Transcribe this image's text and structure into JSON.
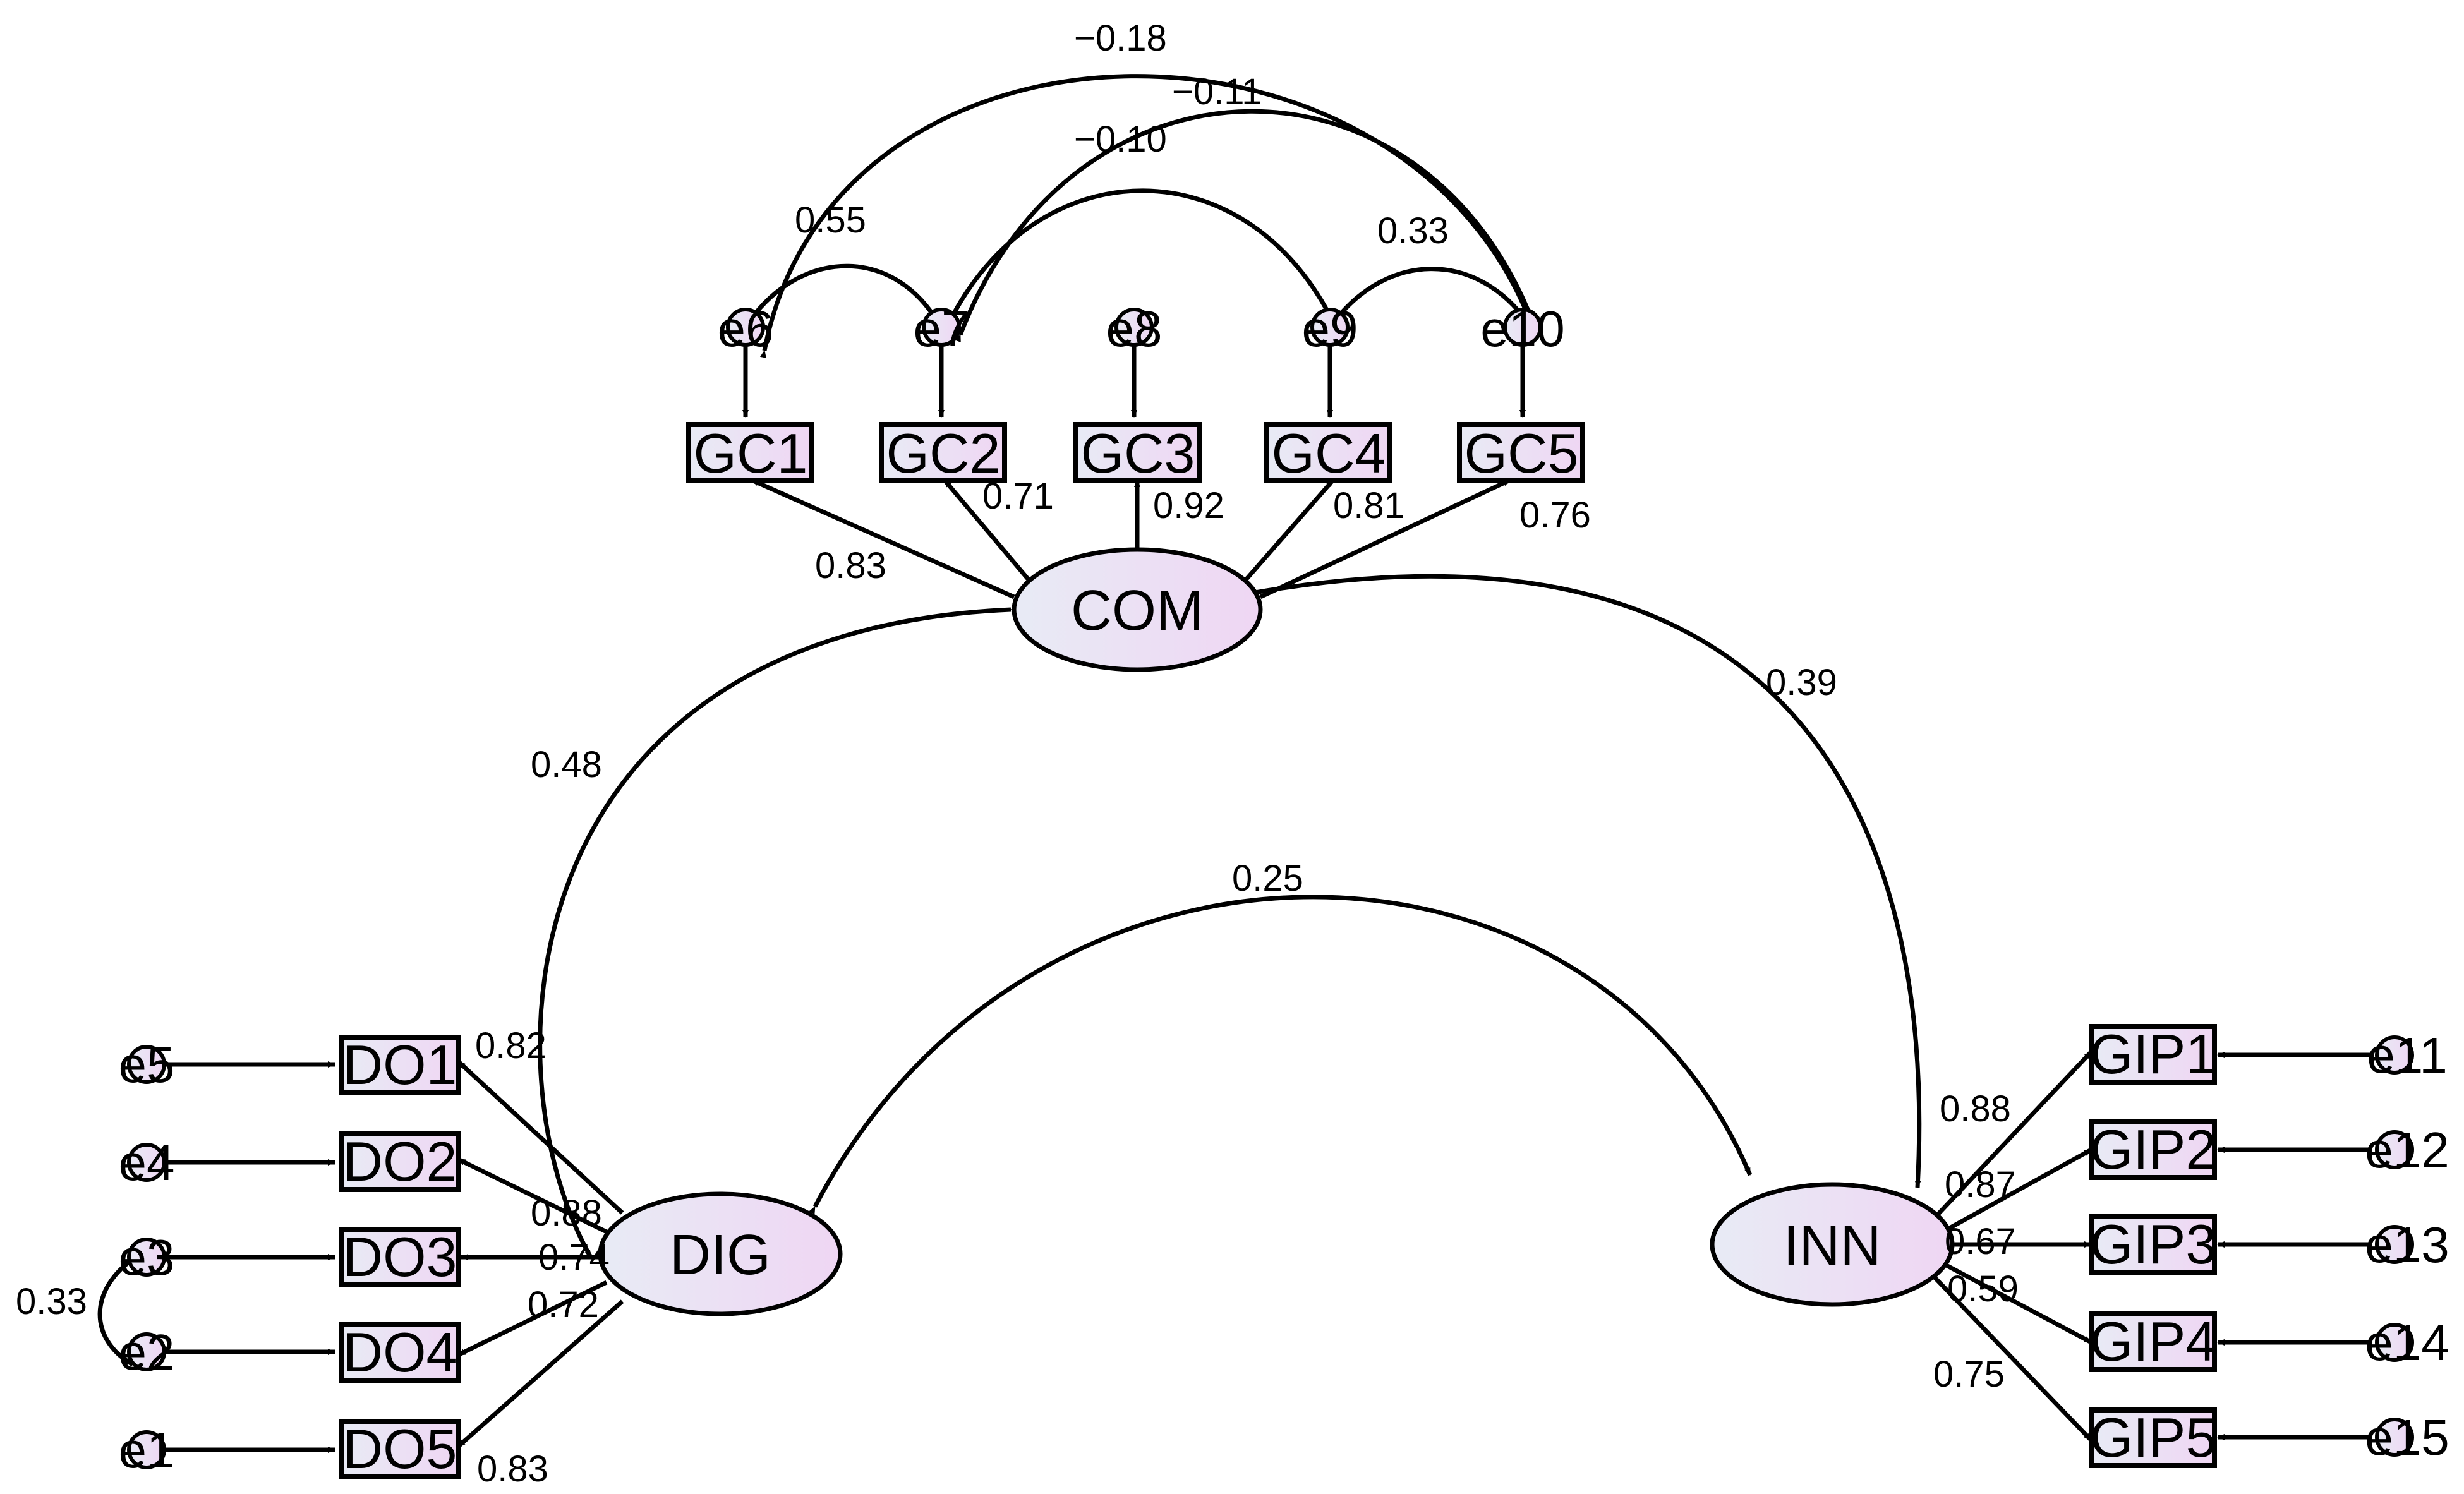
{
  "latents": {
    "com": "COM",
    "dig": "DIG",
    "inn": "INN"
  },
  "observed": {
    "gc": [
      "GC1",
      "GC2",
      "GC3",
      "GC4",
      "GC5"
    ],
    "do": [
      "DO1",
      "DO2",
      "DO3",
      "DO4",
      "DO5"
    ],
    "gip": [
      "GIP1",
      "GIP2",
      "GIP3",
      "GIP4",
      "GIP5"
    ]
  },
  "errors": {
    "gc": [
      "e6",
      "e7",
      "e8",
      "e9",
      "e10"
    ],
    "do": [
      "e5",
      "e4",
      "e3",
      "e2",
      "e1"
    ],
    "gip": [
      "e11",
      "e12",
      "e13",
      "e14",
      "e15"
    ]
  },
  "loadings": {
    "gc": [
      "0.83",
      "0.71",
      "0.92",
      "0.81",
      "0.76"
    ],
    "do": [
      "0.82",
      "0.88",
      "0.74",
      "0.72",
      "0.83"
    ],
    "gip": [
      "0.88",
      "0.87",
      "0.67",
      "0.59",
      "0.75"
    ]
  },
  "correlations": {
    "com_dig": "0.48",
    "com_inn": "0.39",
    "dig_inn": "0.25"
  },
  "error_covariances": {
    "e6_e10": "−0.18",
    "e7_e10": "−0.11",
    "e7_e9": "−0.10",
    "e6_e7": "0.55",
    "e9_e10": "0.33",
    "e3_e2": "0.33"
  },
  "colors": {
    "node_fill_light": "#e6e9f3",
    "node_fill_pink": "#efd9f2",
    "stroke": "#000000"
  }
}
